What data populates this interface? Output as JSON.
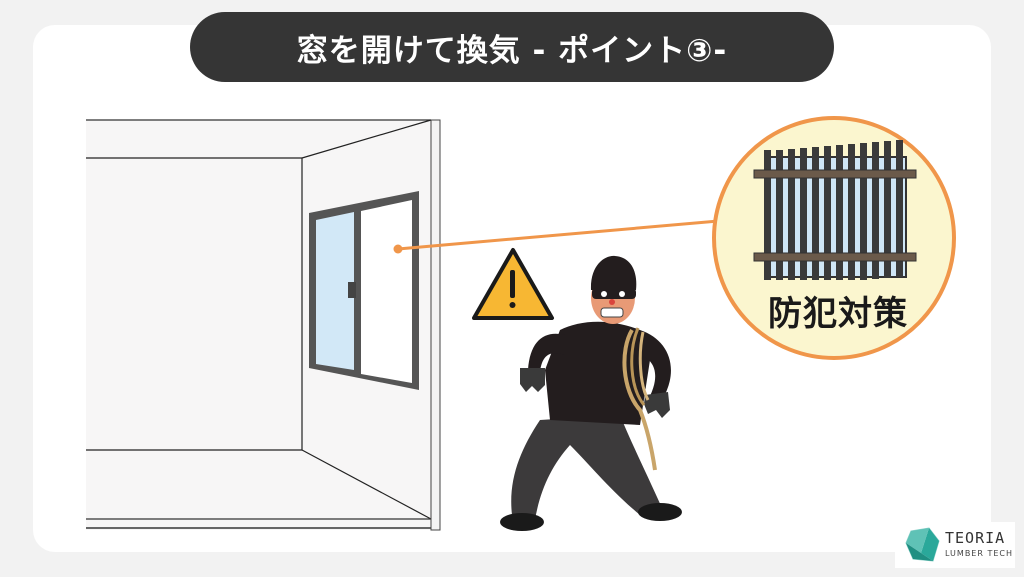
{
  "header": {
    "title": "窓を開けて換気 - ポイント③-"
  },
  "callout": {
    "label": "防犯対策",
    "icon": "window-grille-icon"
  },
  "illustration": {
    "room": "room-with-window",
    "warning_icon": "warning-triangle-icon",
    "figure": "burglar-with-rope"
  },
  "logo": {
    "name": "TEORIA",
    "subtitle": "LUMBER TECH"
  },
  "colors": {
    "background": "#f2f2f2",
    "card": "#ffffff",
    "title_pill": "#353535",
    "accent_orange": "#f0964a",
    "callout_fill": "#fbf6cf",
    "window_frame": "#555555",
    "glass_blue": "#d2e8f7",
    "warning_yellow": "#f7b733",
    "logo_teal": "#2aa89a"
  }
}
